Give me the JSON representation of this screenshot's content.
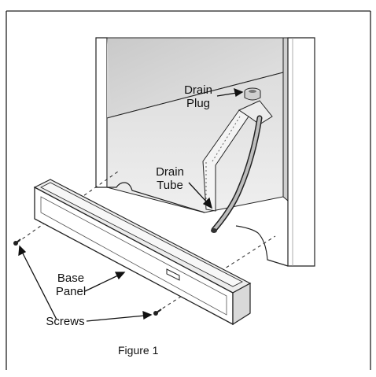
{
  "figure": {
    "caption": "Figure 1",
    "labels": {
      "drain_plug": [
        "Drain",
        "Plug"
      ],
      "drain_tube": [
        "Drain",
        "Tube"
      ],
      "base_panel": [
        "Base",
        "Panel"
      ],
      "screws": "Screws"
    }
  }
}
